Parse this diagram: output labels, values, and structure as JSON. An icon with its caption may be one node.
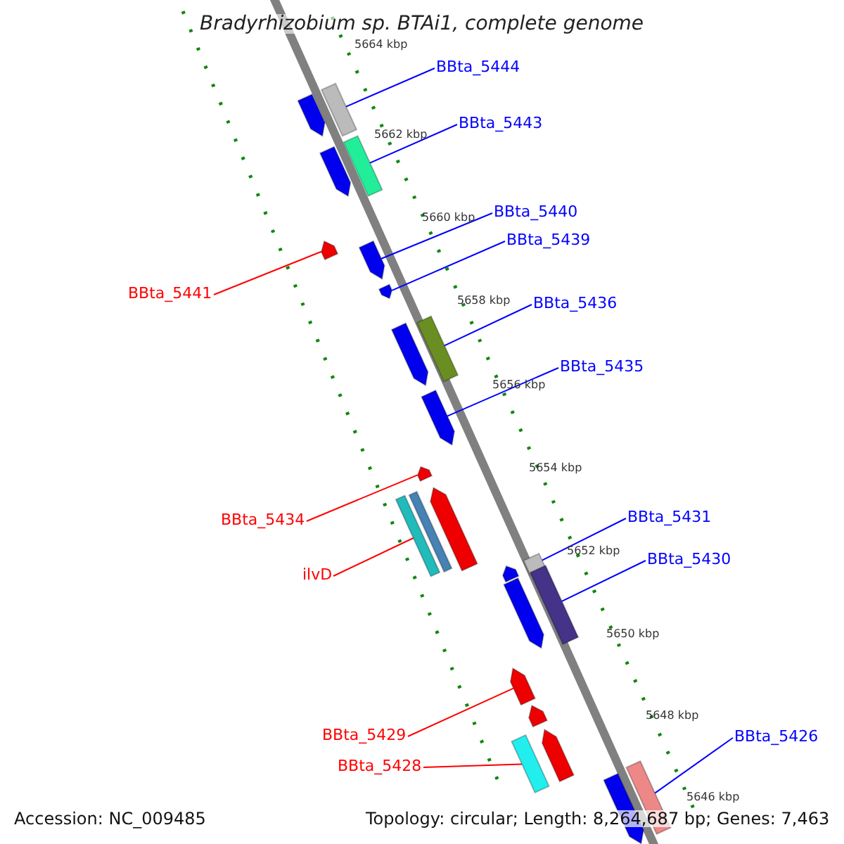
{
  "diagram": {
    "title": "Bradyrhizobium sp. BTAi1, complete genome",
    "nodes": [
      {
        "text": [
          "BBta_5444"
        ]
      },
      {
        "text": [
          "BBta_5443"
        ]
      },
      {
        "text": [
          "BBta_5440"
        ]
      },
      {
        "text": [
          "BBta_5439"
        ]
      },
      {
        "text": [
          "BBta_5441"
        ]
      },
      {
        "text": [
          "BBta_5436"
        ]
      },
      {
        "text": [
          "BBta_5435"
        ]
      },
      {
        "text": [
          "BBta_5431"
        ]
      },
      {
        "text": [
          "BBta_5434"
        ]
      },
      {
        "text": [
          "BBta_5430"
        ]
      },
      {
        "text": [
          "ilvD"
        ]
      },
      {
        "text": [
          "BBta_5429"
        ]
      },
      {
        "text": [
          "BBta_5426"
        ]
      },
      {
        "text": [
          "BBta_5428"
        ]
      },
      {
        "text": [],
        "shape": "bar"
      },
      {
        "text": [],
        "shape": "arrow"
      },
      {
        "text": [],
        "shape": "bar"
      },
      {
        "text": [],
        "shape": "arrow"
      },
      {
        "text": [],
        "shape": "arrow"
      },
      {
        "text": [],
        "shape": "arrow"
      },
      {
        "text": [],
        "shape": "arrow"
      },
      {
        "text": [],
        "shape": "bar"
      },
      {
        "text": [],
        "shape": "arrow"
      },
      {
        "text": [],
        "shape": "arrow"
      },
      {
        "text": [],
        "shape": "arrow"
      },
      {
        "text": [],
        "shape": "arrow"
      },
      {
        "text": [],
        "shape": "bar"
      },
      {
        "text": [],
        "shape": "bar"
      },
      {
        "text": [],
        "shape": "bar"
      },
      {
        "text": [],
        "shape": "arrow"
      },
      {
        "text": [],
        "shape": "bar"
      },
      {
        "text": [],
        "shape": "arrow"
      },
      {
        "text": [],
        "shape": "arrow"
      },
      {
        "text": [],
        "shape": "arrow"
      },
      {
        "text": [],
        "shape": "arrow"
      },
      {
        "text": [],
        "shape": "bar"
      },
      {
        "text": [],
        "shape": "bar"
      },
      {
        "text": [],
        "shape": "arrow"
      }
    ],
    "edges": [
      {
        "from": 0,
        "to": 14,
        "arrow": "none"
      },
      {
        "from": 1,
        "to": 16,
        "arrow": "none"
      },
      {
        "from": 2,
        "to": 19,
        "arrow": "none"
      },
      {
        "from": 3,
        "to": 20,
        "arrow": "none"
      },
      {
        "from": 4,
        "to": 18,
        "arrow": "none",
        "color": "#ff0000"
      },
      {
        "from": 5,
        "to": 21,
        "arrow": "none"
      },
      {
        "from": 6,
        "to": 23,
        "arrow": "none"
      },
      {
        "from": 7,
        "to": 28,
        "arrow": "none"
      },
      {
        "from": 8,
        "to": 24,
        "arrow": "none",
        "color": "#ff0000"
      },
      {
        "from": 9,
        "to": 30,
        "arrow": "none"
      },
      {
        "from": 10,
        "to": 27,
        "arrow": "none",
        "color": "#ff0000"
      },
      {
        "from": 11,
        "to": 32,
        "arrow": "none",
        "color": "#ff0000"
      },
      {
        "from": 12,
        "to": 36,
        "arrow": "none"
      },
      {
        "from": 13,
        "to": 35,
        "arrow": "none",
        "color": "#ff0000"
      }
    ],
    "labels": [
      "5664 kbp",
      "5662 kbp",
      "5660 kbp",
      "5658 kbp",
      "5656 kbp",
      "5654 kbp",
      "5652 kbp",
      "5650 kbp",
      "5648 kbp",
      "5646 kbp",
      "Accession: NC_009485",
      "Topology: circular; Length: 8,264,687 bp; Genes: 7,463"
    ]
  }
}
